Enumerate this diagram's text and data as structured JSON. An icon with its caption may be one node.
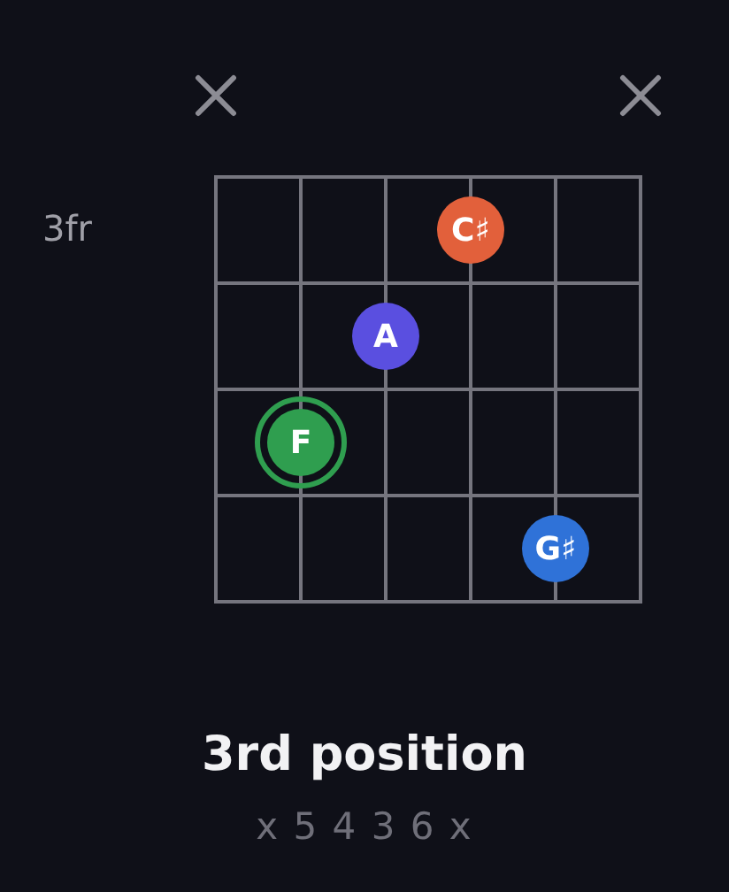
{
  "diagram": {
    "title": "3rd position",
    "nodes": [
      {
        "text": [
          "C♯"
        ]
      },
      {
        "text": [
          "A"
        ]
      },
      {
        "text": [
          "F"
        ]
      },
      {
        "text": [
          "G♯"
        ]
      }
    ],
    "labels": [
      "3fr",
      "x 5 4 3 6 x"
    ]
  }
}
